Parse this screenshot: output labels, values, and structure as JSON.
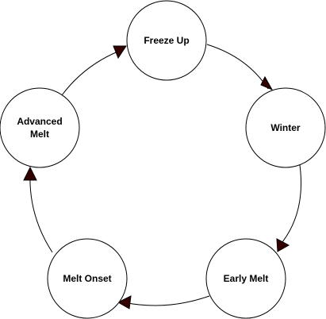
{
  "diagram": {
    "arrow_color": "#330000",
    "nodes": [
      {
        "id": "freeze-up",
        "lines": [
          "Freeze Up"
        ]
      },
      {
        "id": "winter",
        "lines": [
          "Winter"
        ]
      },
      {
        "id": "early-melt",
        "lines": [
          "Early Melt"
        ]
      },
      {
        "id": "melt-onset",
        "lines": [
          "Melt Onset"
        ]
      },
      {
        "id": "advanced-melt",
        "lines": [
          "Advanced",
          "Melt"
        ]
      }
    ],
    "edges": [
      {
        "from": "freeze-up",
        "to": "winter"
      },
      {
        "from": "winter",
        "to": "early-melt"
      },
      {
        "from": "early-melt",
        "to": "melt-onset"
      },
      {
        "from": "melt-onset",
        "to": "advanced-melt"
      },
      {
        "from": "advanced-melt",
        "to": "freeze-up"
      }
    ]
  }
}
